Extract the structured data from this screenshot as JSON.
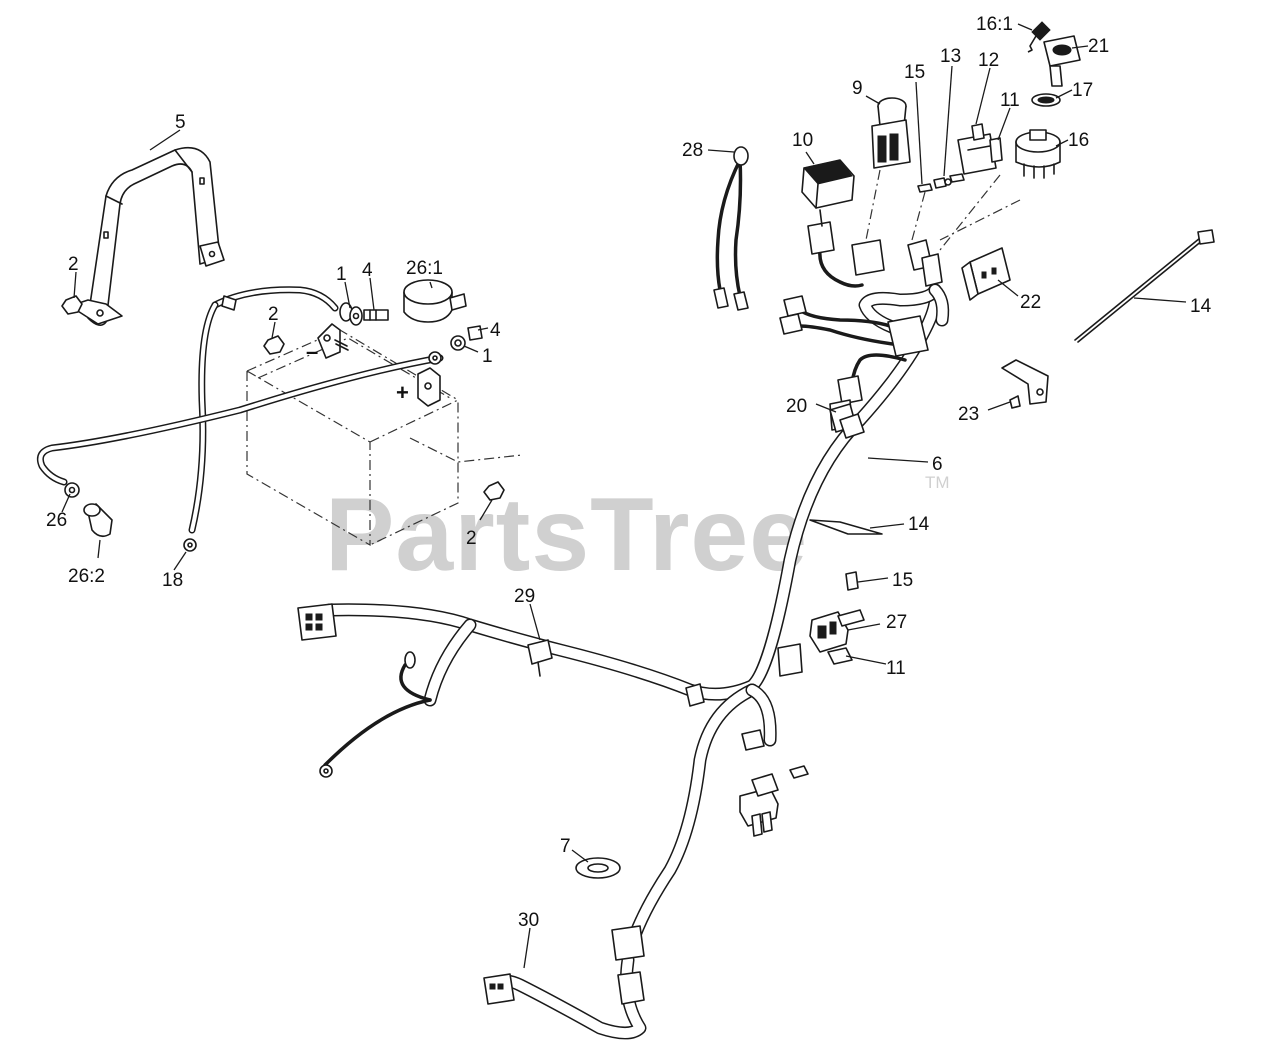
{
  "watermark": {
    "text": "PartsTree",
    "trademark": "TM"
  },
  "battery": {
    "negative_sign": "–",
    "positive_sign": "+"
  },
  "callouts": [
    {
      "id": "c-5",
      "label": "5"
    },
    {
      "id": "c-2a",
      "label": "2"
    },
    {
      "id": "c-1a",
      "label": "1"
    },
    {
      "id": "c-4a",
      "label": "4"
    },
    {
      "id": "c-26-1",
      "label": "26:1"
    },
    {
      "id": "c-2b",
      "label": "2"
    },
    {
      "id": "c-4b",
      "label": "4"
    },
    {
      "id": "c-1b",
      "label": "1"
    },
    {
      "id": "c-26",
      "label": "26"
    },
    {
      "id": "c-26-2",
      "label": "26:2"
    },
    {
      "id": "c-18",
      "label": "18"
    },
    {
      "id": "c-2c",
      "label": "2"
    },
    {
      "id": "c-28",
      "label": "28"
    },
    {
      "id": "c-10",
      "label": "10"
    },
    {
      "id": "c-9",
      "label": "9"
    },
    {
      "id": "c-15a",
      "label": "15"
    },
    {
      "id": "c-13",
      "label": "13"
    },
    {
      "id": "c-12",
      "label": "12"
    },
    {
      "id": "c-11a",
      "label": "11"
    },
    {
      "id": "c-16-1",
      "label": "16:1"
    },
    {
      "id": "c-21",
      "label": "21"
    },
    {
      "id": "c-17",
      "label": "17"
    },
    {
      "id": "c-16",
      "label": "16"
    },
    {
      "id": "c-22",
      "label": "22"
    },
    {
      "id": "c-14a",
      "label": "14"
    },
    {
      "id": "c-20",
      "label": "20"
    },
    {
      "id": "c-23",
      "label": "23"
    },
    {
      "id": "c-6",
      "label": "6"
    },
    {
      "id": "c-14b",
      "label": "14"
    },
    {
      "id": "c-15b",
      "label": "15"
    },
    {
      "id": "c-27",
      "label": "27"
    },
    {
      "id": "c-11b",
      "label": "11"
    },
    {
      "id": "c-29",
      "label": "29"
    },
    {
      "id": "c-7",
      "label": "7"
    },
    {
      "id": "c-30",
      "label": "30"
    }
  ]
}
